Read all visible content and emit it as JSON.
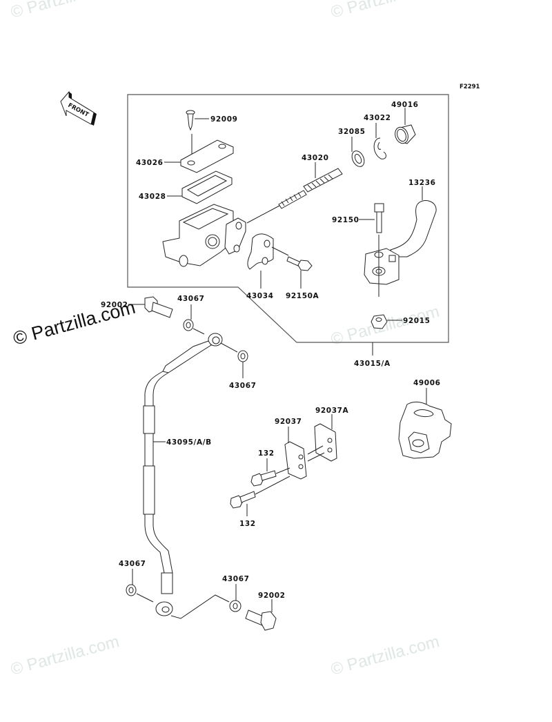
{
  "diagram": {
    "figure_code": "F2291",
    "front_arrow_label": "FRONT",
    "assembly_label": "43015/A",
    "watermark_text": "© Partzilla.com",
    "watermark_main": "© Partzilla.com",
    "callouts": [
      {
        "id": "92009",
        "part": "screw"
      },
      {
        "id": "43026",
        "part": "reservoir-cap"
      },
      {
        "id": "43028",
        "part": "diaphragm"
      },
      {
        "id": "43020",
        "part": "piston-kit"
      },
      {
        "id": "32085",
        "part": "washer"
      },
      {
        "id": "43022",
        "part": "circlip"
      },
      {
        "id": "49016",
        "part": "boot"
      },
      {
        "id": "13236",
        "part": "lever"
      },
      {
        "id": "92150",
        "part": "lever-bolt"
      },
      {
        "id": "43034",
        "part": "clamp"
      },
      {
        "id": "92150A",
        "part": "clamp-bolt"
      },
      {
        "id": "92015",
        "part": "nut"
      },
      {
        "id": "92002",
        "part": "banjo-bolt-upper"
      },
      {
        "id": "43067",
        "part": "gasket-upper-1"
      },
      {
        "id": "43067",
        "part": "gasket-upper-2"
      },
      {
        "id": "43095/A/B",
        "part": "brake-hose"
      },
      {
        "id": "92037",
        "part": "hose-clamp"
      },
      {
        "id": "92037A",
        "part": "hose-clamp-a"
      },
      {
        "id": "132",
        "part": "bolt-upper"
      },
      {
        "id": "132",
        "part": "bolt-lower"
      },
      {
        "id": "49006",
        "part": "guard"
      },
      {
        "id": "43067",
        "part": "gasket-lower-1"
      },
      {
        "id": "43067",
        "part": "gasket-lower-2"
      },
      {
        "id": "92002",
        "part": "banjo-bolt-lower"
      }
    ]
  }
}
